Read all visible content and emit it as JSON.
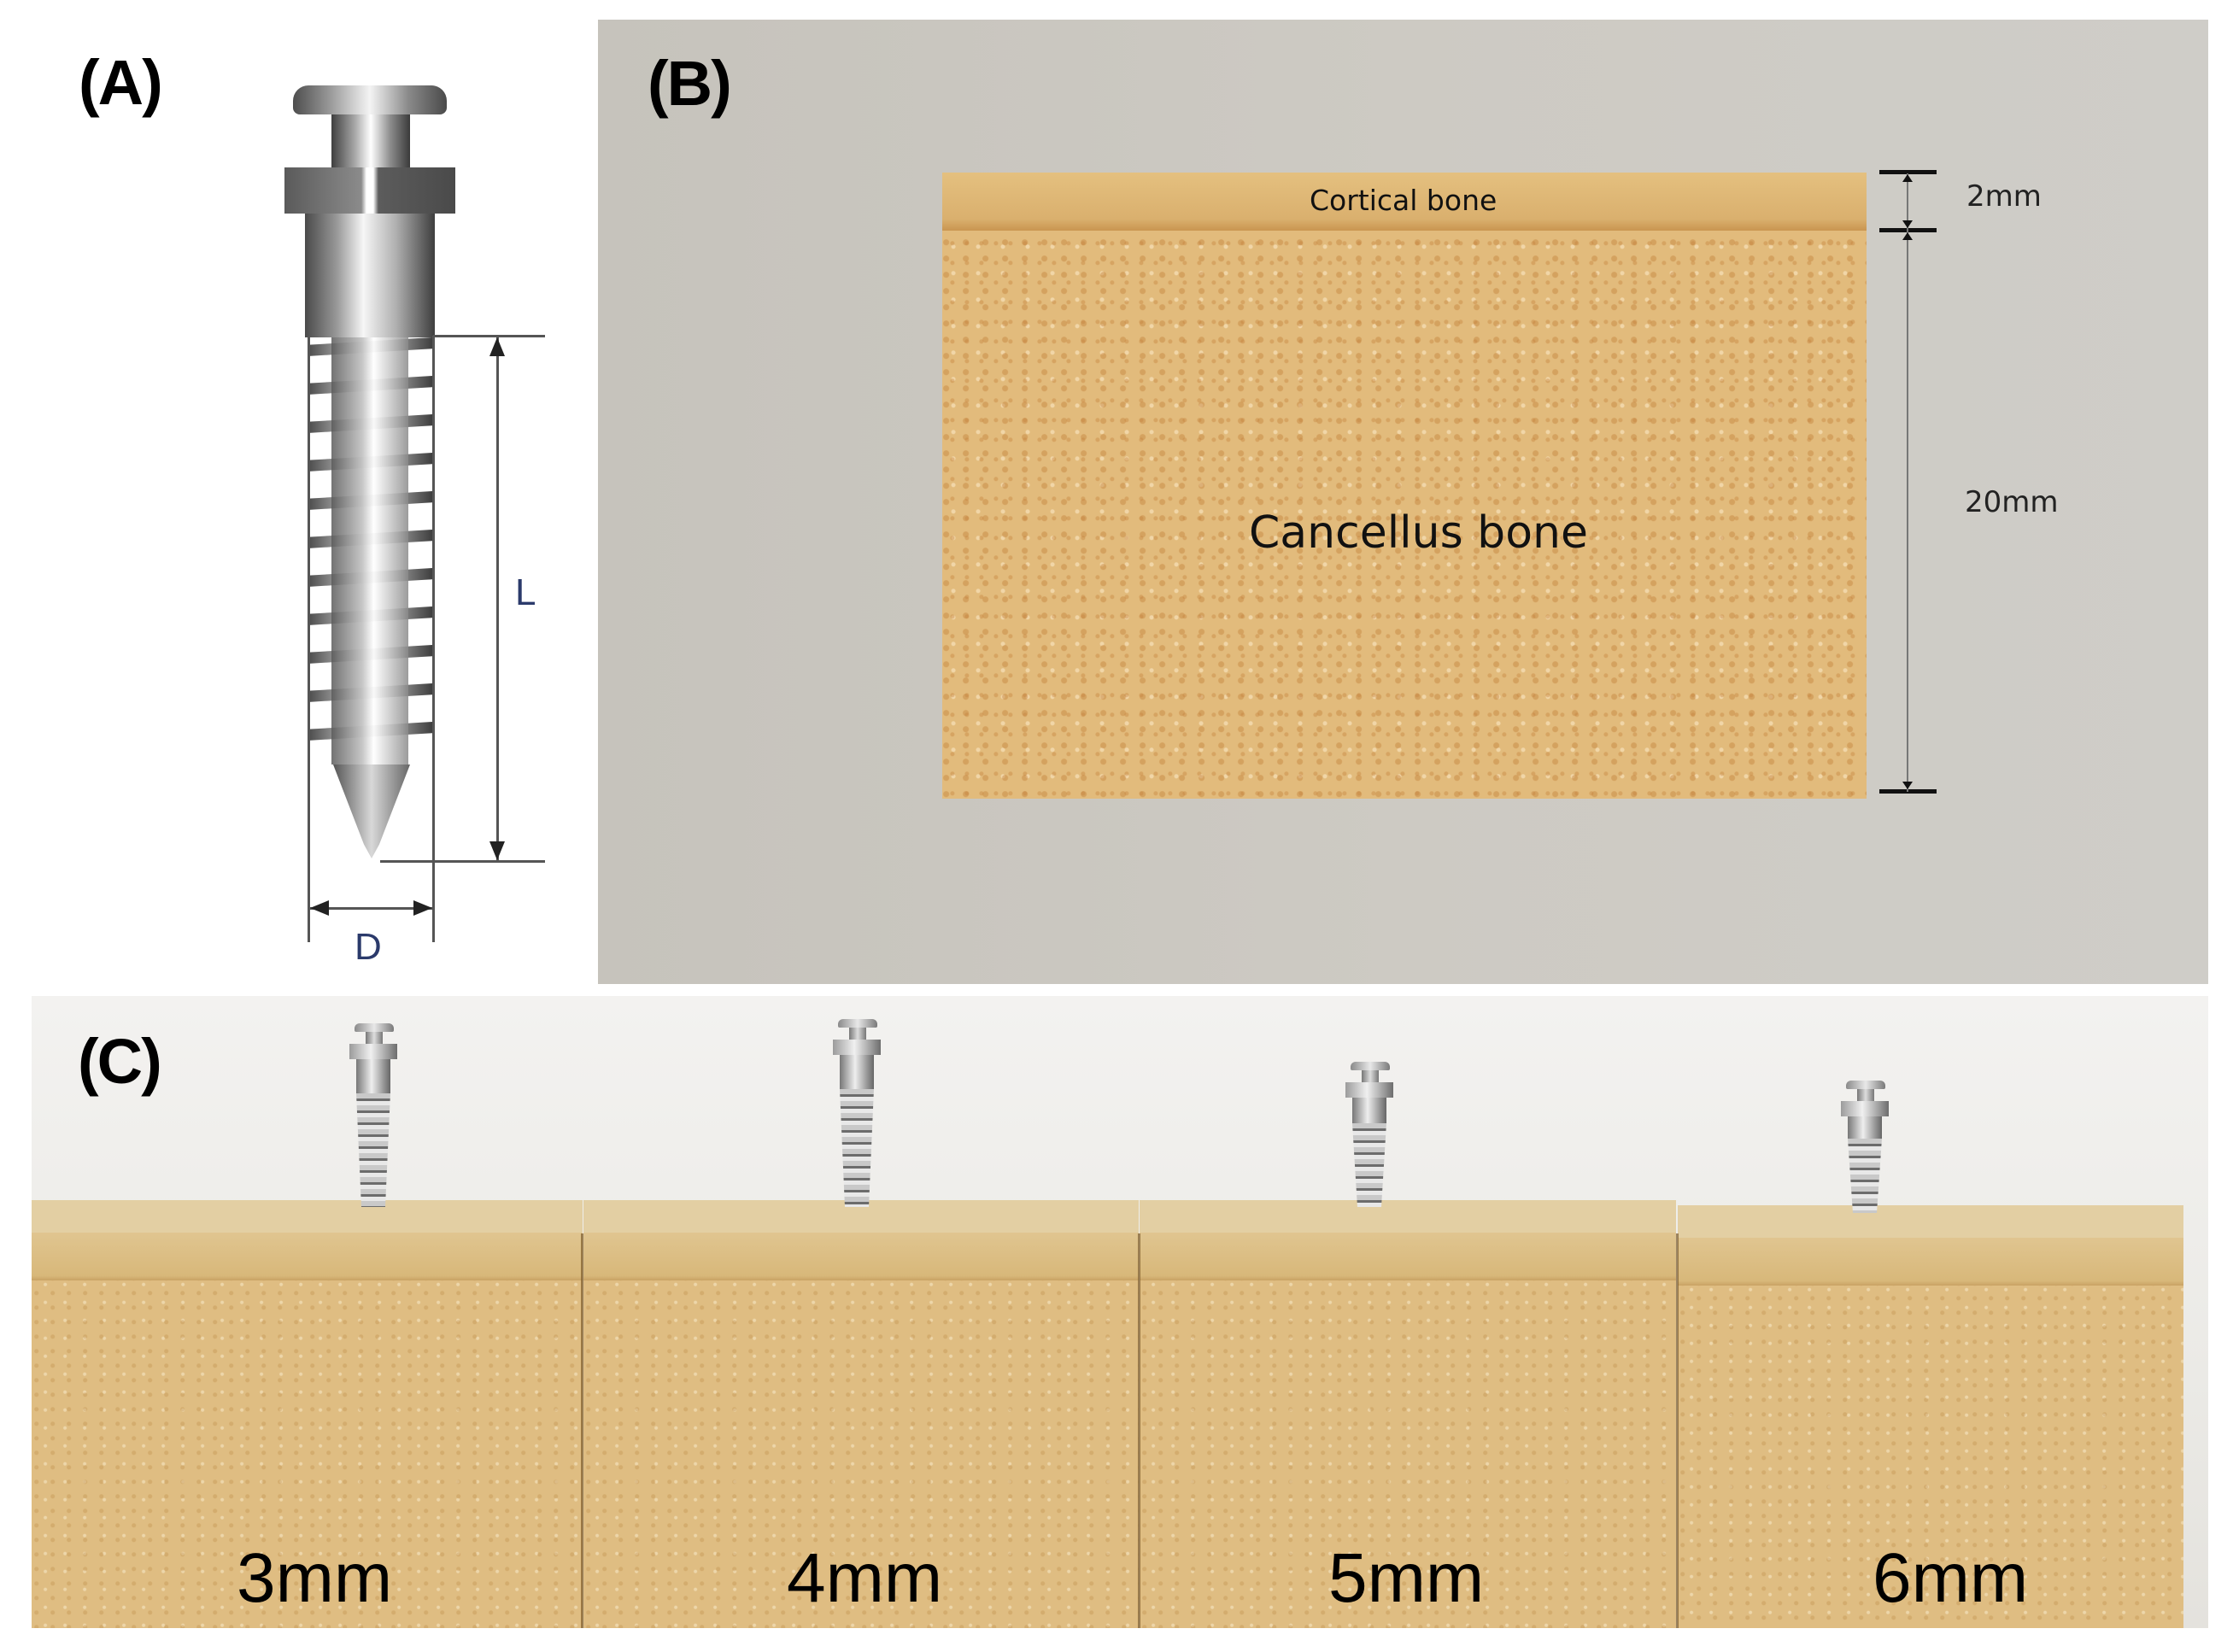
{
  "figure": {
    "panels": [
      {
        "id": "A",
        "label": "(A)",
        "description": "Orthodontic mini-screw schematic",
        "dimensions": {
          "length_label": "L",
          "diameter_label": "D"
        },
        "colors": {
          "dimension_label": "#2b3a6b",
          "dimension_line": "#555555"
        }
      },
      {
        "id": "B",
        "label": "(B)",
        "description": "Artificial bone block photograph",
        "layers": [
          {
            "name": "Cortical bone",
            "thickness": "2mm"
          },
          {
            "name": "Cancellus bone",
            "thickness": "20mm"
          }
        ],
        "colors": {
          "background": "#cbc8c1",
          "foam": "#e2bb7c"
        }
      },
      {
        "id": "C",
        "label": "(C)",
        "description": "Mini-screws inserted into bone blocks",
        "blocks": [
          {
            "label": "3mm"
          },
          {
            "label": "4mm"
          },
          {
            "label": "5mm"
          },
          {
            "label": "6mm"
          }
        ],
        "colors": {
          "wall": "#ecebe8",
          "foam": "#dfbd82"
        }
      }
    ]
  }
}
